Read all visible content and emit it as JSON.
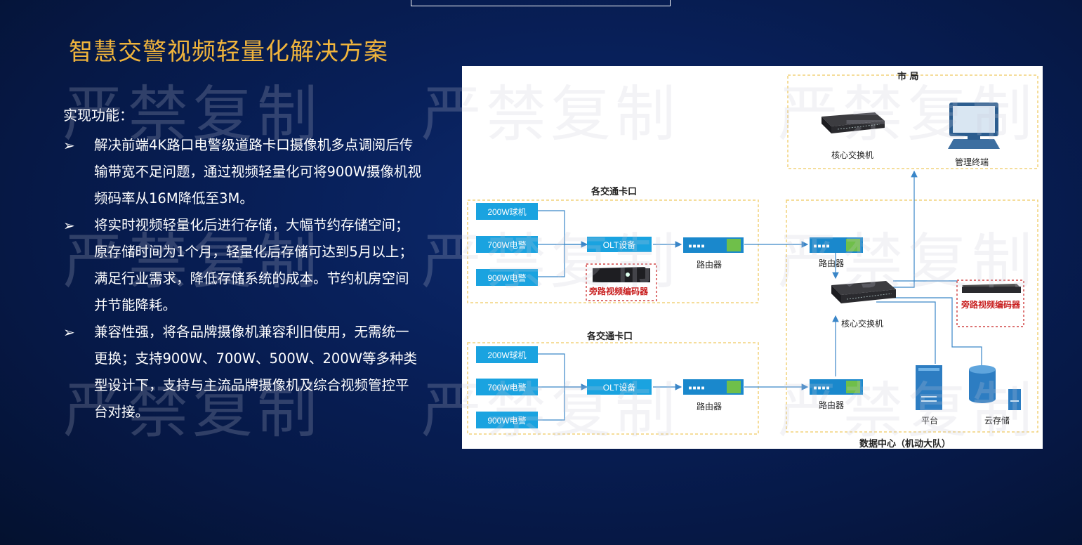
{
  "title": "智慧交警视频轻量化解决方案",
  "section_label": "实现功能：",
  "bullet_marker": "➢",
  "bullets": [
    "解决前端4K路口电警级道路卡口摄像机多点调阅后传输带宽不足问题，通过视频轻量化可将900W摄像机视频码率从16M降低至3M。",
    "将实时视频轻量化后进行存储，大幅节约存储空间；原存储时间为1个月，轻量化后存储可达到5月以上；满足行业需求，降低存储系统的成本。节约机房空间并节能降耗。",
    "兼容性强，将各品牌摄像机兼容利旧使用，无需统一更换；支持900W、700W、500W、200W等多种类型设计下，支持与主流品牌摄像机及综合视频管控平台对接。"
  ],
  "watermark": "严禁复制",
  "diagram": {
    "city_bureau_label": "市  局",
    "core_switch_label": "核心交换机",
    "mgmt_terminal_label": "管理终端",
    "checkpoint_label": "各交通卡口",
    "cam_200w": "200W球机",
    "cam_700w": "700W电警",
    "cam_900w": "900W电警",
    "olt_label": "OLT设备",
    "bypass_encoder_label": "旁路视频编码器",
    "bypass_encoder_label_right": "旁路视频编码器",
    "router_label": "路由器",
    "platform_label": "平台",
    "cloud_storage_label": "云存储",
    "datacenter_label": "数据中心（机动大队）"
  },
  "colors": {
    "title": "#f0b43c",
    "cam_box": "#1aa3e0",
    "dashed_border": "#f2d27a",
    "encoder_red": "#c81e1e"
  }
}
